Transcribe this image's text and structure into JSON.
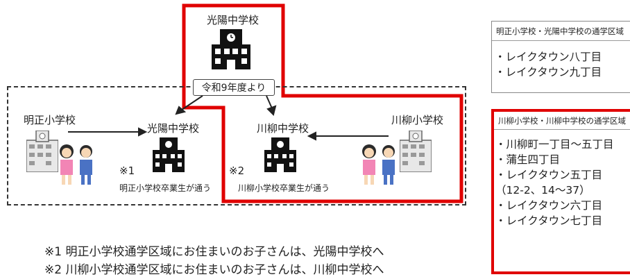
{
  "diagram": {
    "top_school": "光陽中学校",
    "bubble": "令和9年度より",
    "left_elementary": "明正小学校",
    "center_left_school": "光陽中学校",
    "center_school": "川柳中学校",
    "right_elementary": "川柳小学校",
    "note1_mark": "※1",
    "note1_text": "明正小学校卒業生が通う",
    "note2_mark": "※2",
    "note2_text": "川柳小学校卒業生が通う"
  },
  "panels": {
    "panel1_title": "明正小学校・光陽中学校の通学区域",
    "panel1_items": [
      "・レイクタウン八丁目",
      "・レイクタウン九丁目"
    ],
    "panel2_title": "川柳小学校・川柳中学校の通学区域",
    "panel2_items": [
      "・川柳町一丁目～五丁目",
      "・蒲生四丁目",
      "・レイクタウン五丁目",
      "（12-2、14～37）",
      "・レイクタウン六丁目",
      "・レイクタウン七丁目"
    ]
  },
  "footnotes": {
    "line1": "※1 明正小学校通学区域にお住まいのお子さんは、光陽中学校へ",
    "line2": "※2 川柳小学校通学区域にお住まいのお子さんは、川柳中学校へ"
  },
  "colors": {
    "highlight": "#e00000",
    "building": "#111111"
  }
}
